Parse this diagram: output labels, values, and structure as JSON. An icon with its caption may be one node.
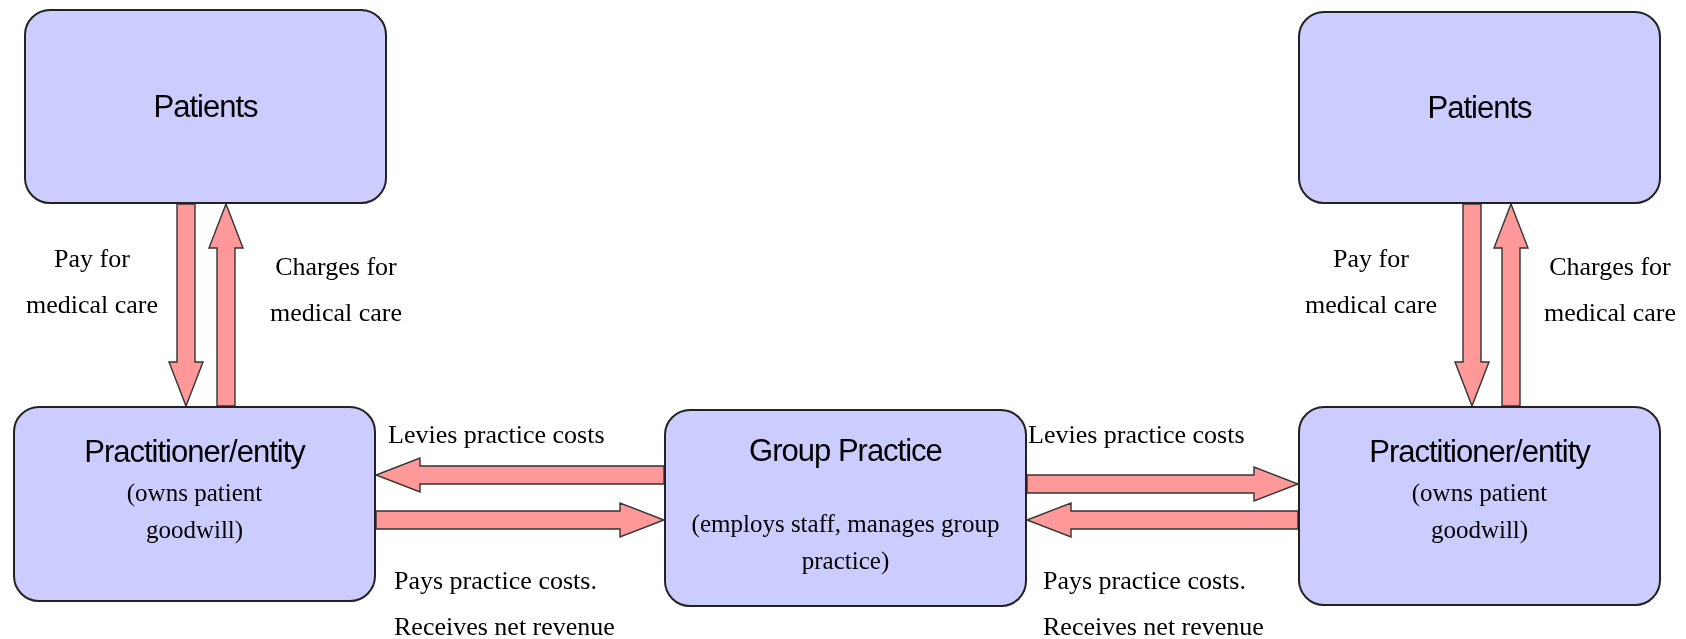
{
  "diagram": {
    "nodes": [
      {
        "text": [
          "Patients"
        ]
      },
      {
        "text": [
          "Practitioner/entity",
          "(owns patient goodwill)"
        ]
      },
      {
        "text": [
          "Group Practice",
          "(employs staff, manages group practice)"
        ]
      },
      {
        "text": [
          "Patients"
        ]
      },
      {
        "text": [
          "Practitioner/entity",
          "(owns patient goodwill)"
        ]
      }
    ],
    "edges": [
      {
        "from": 0,
        "to": 1,
        "arrow": "to",
        "label": "Pay for medical care"
      },
      {
        "from": 1,
        "to": 0,
        "arrow": "to",
        "label": "Charges for medical care"
      },
      {
        "from": 2,
        "to": 1,
        "arrow": "to",
        "label": "Levies practice costs"
      },
      {
        "from": 1,
        "to": 2,
        "arrow": "to",
        "label": "Pays practice costs. Receives net revenue"
      },
      {
        "from": 2,
        "to": 4,
        "arrow": "to",
        "label": "Levies practice costs"
      },
      {
        "from": 4,
        "to": 2,
        "arrow": "to",
        "label": "Pays practice costs. Receives net revenue"
      },
      {
        "from": 3,
        "to": 4,
        "arrow": "to",
        "label": "Pay for medical care"
      },
      {
        "from": 4,
        "to": 3,
        "arrow": "to",
        "label": "Charges for medical care"
      }
    ]
  }
}
